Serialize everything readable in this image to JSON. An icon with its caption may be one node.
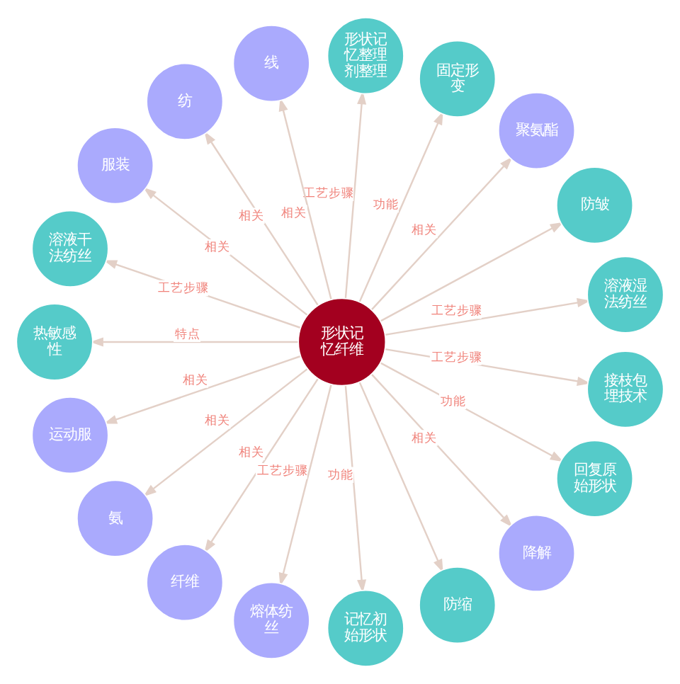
{
  "diagram": {
    "nodes": [
      {
        "text": [
          "形状记忆整理剂整理"
        ]
      },
      {
        "text": [
          "固定形变"
        ]
      },
      {
        "text": [
          "防皱"
        ]
      },
      {
        "text": [
          "纺"
        ]
      },
      {
        "text": [
          "线"
        ]
      },
      {
        "text": [
          "聚氨酯"
        ]
      },
      {
        "text": [
          "溶液湿法纺丝"
        ]
      },
      {
        "text": [
          "溶液干法纺丝"
        ]
      },
      {
        "text": [
          "服装"
        ]
      },
      {
        "text": [
          "形状记忆纤维"
        ]
      },
      {
        "text": [
          "接枝包埋技术"
        ]
      },
      {
        "text": [
          "热敏感性"
        ]
      },
      {
        "text": [
          "运动服"
        ]
      },
      {
        "text": [
          "降解"
        ]
      },
      {
        "text": [
          "熔体纺丝"
        ]
      },
      {
        "text": [
          "回复原始形状"
        ]
      },
      {
        "text": [
          "氨"
        ]
      },
      {
        "text": [
          "纤维"
        ]
      },
      {
        "text": [
          "防缩"
        ]
      },
      {
        "text": [
          "记忆初始形状"
        ]
      }
    ],
    "edges": [
      {
        "from": 9,
        "to": 6,
        "arrow": "to",
        "label": "工艺步骤"
      },
      {
        "from": 9,
        "to": 2,
        "arrow": "to"
      },
      {
        "from": 9,
        "to": 5,
        "arrow": "to",
        "label": "相关"
      },
      {
        "from": 9,
        "to": 1,
        "arrow": "to",
        "label": "功能"
      },
      {
        "from": 9,
        "to": 0,
        "arrow": "to",
        "label": "工艺步骤"
      },
      {
        "from": 9,
        "to": 4,
        "arrow": "to",
        "label": "相关"
      },
      {
        "from": 9,
        "to": 3,
        "arrow": "to",
        "label": "相关"
      },
      {
        "from": 9,
        "to": 8,
        "arrow": "to",
        "label": "相关"
      },
      {
        "from": 9,
        "to": 7,
        "arrow": "to",
        "label": "工艺步骤"
      },
      {
        "from": 9,
        "to": 11,
        "arrow": "to",
        "label": "特点"
      },
      {
        "from": 9,
        "to": 12,
        "arrow": "to",
        "label": "相关"
      },
      {
        "from": 9,
        "to": 16,
        "arrow": "to",
        "label": "相关"
      },
      {
        "from": 9,
        "to": 17,
        "arrow": "to",
        "label": "相关"
      },
      {
        "from": 9,
        "to": 14,
        "arrow": "to",
        "label": "工艺步骤"
      },
      {
        "from": 9,
        "to": 19,
        "arrow": "to",
        "label": "功能"
      },
      {
        "from": 9,
        "to": 18,
        "arrow": "to"
      },
      {
        "from": 9,
        "to": 13,
        "arrow": "to",
        "label": "相关"
      },
      {
        "from": 9,
        "to": 15,
        "arrow": "to",
        "label": "功能"
      },
      {
        "from": 9,
        "to": 10,
        "arrow": "to",
        "label": "工艺步骤"
      }
    ]
  }
}
